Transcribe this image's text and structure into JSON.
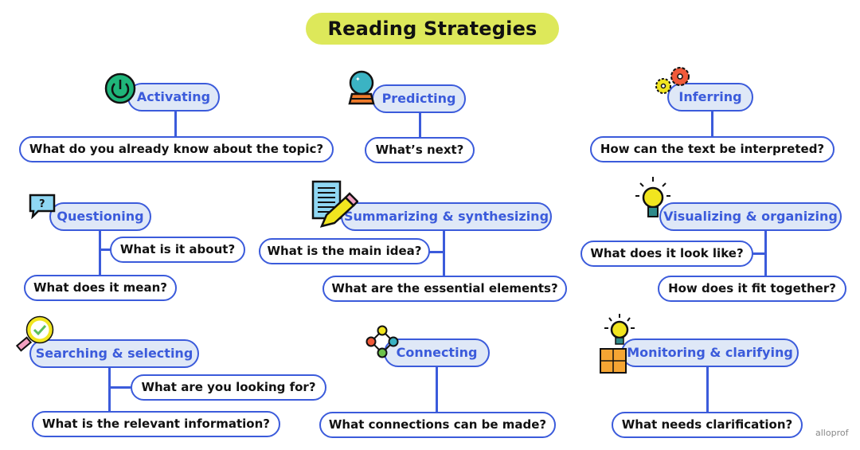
{
  "title": "Reading Strategies",
  "colors": {
    "title_bg": "#dde85a",
    "accent": "#3b5bdb",
    "head_bg": "#dfe8f7"
  },
  "strategies": [
    {
      "name": "Activating",
      "icon": "power-button-icon",
      "questions": [
        "What do you already know about the topic?"
      ]
    },
    {
      "name": "Predicting",
      "icon": "crystal-ball-icon",
      "questions": [
        "What’s next?"
      ]
    },
    {
      "name": "Inferring",
      "icon": "gears-icon",
      "questions": [
        "How can the text be interpreted?"
      ]
    },
    {
      "name": "Questioning",
      "icon": "question-bubble-icon",
      "questions": [
        "What is it about?",
        "What does it mean?"
      ]
    },
    {
      "name": "Summarizing & synthesizing",
      "icon": "document-pencil-icon",
      "questions": [
        "What is the main idea?",
        "What are the essential elements?"
      ]
    },
    {
      "name": "Visualizing & organizing",
      "icon": "lightbulb-icon",
      "questions": [
        "What does it look like?",
        "How does it fit together?"
      ]
    },
    {
      "name": "Searching & selecting",
      "icon": "magnifier-check-icon",
      "questions": [
        "What are you looking for?",
        "What is the relevant information?"
      ]
    },
    {
      "name": "Connecting",
      "icon": "connected-dots-icon",
      "questions": [
        "What connections can be made?"
      ]
    },
    {
      "name": "Monitoring & clarifying",
      "icon": "lightbulb-puzzle-icon",
      "questions": [
        "What needs clarification?"
      ]
    }
  ],
  "footer": {
    "logo": "alloprof"
  }
}
